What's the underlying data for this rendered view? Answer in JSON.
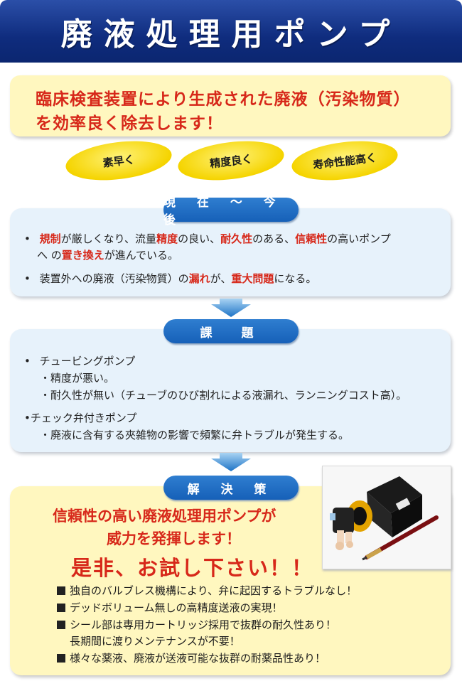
{
  "title": "廃液処理用ポンプ",
  "headline": {
    "line1": "臨床検査装置により生成された廃液（汚染物質）",
    "line2": "を効率良く除去します！"
  },
  "features_badges": [
    "素早く",
    "精度良く",
    "寿命性能高く"
  ],
  "current": {
    "label": "現 在 ～ 今 後",
    "bullet_marker": "•",
    "b1_seg": [
      "規制",
      "が厳しくなり、流量",
      "精度",
      "の良い、",
      "耐久性",
      "のある、",
      "信頼性",
      "の高いポンプ"
    ],
    "b1_line2": [
      "へ の",
      "置き換え",
      "が進んでいる。"
    ],
    "b2": [
      "装置外への廃液（汚染物質）の",
      "漏れ",
      "が、",
      "重大問題",
      "になる。"
    ]
  },
  "issues": {
    "label": "課　題",
    "bullet_marker": "•",
    "item1": "チュービングポンプ",
    "item1_sub1": "・精度が悪い。",
    "item1_sub2": "・耐久性が無い（チューブのひび割れによる液漏れ、ランニングコスト高）。",
    "item2": "•チェック弁付きポンプ",
    "item2_sub1": "・廃液に含有する夾雑物の影響で頻繁に弁トラブルが発生する。"
  },
  "solution": {
    "label": "解 決 策",
    "red1": "信頼性の高い廃液処理用ポンプが",
    "red2": "威力を発揮します！",
    "red3": "是非、お試し下さい！！",
    "features": [
      "独自のバルブレス機構により、弁に起因するトラブルなし！",
      "デッドボリューム無しの高精度送液の実現！",
      "シール部は専用カートリッジ採用で抜群の耐久性あり！",
      "長期間に渡りメンテナンスが不要！",
      "様々な薬液、廃液が送液可能な抜群の耐薬品性あり！"
    ]
  },
  "colors": {
    "title_bg": "#0f2c7e",
    "accent_red": "#d7281a",
    "label_blue": "#1660b8",
    "yellow": "#f5d400"
  }
}
